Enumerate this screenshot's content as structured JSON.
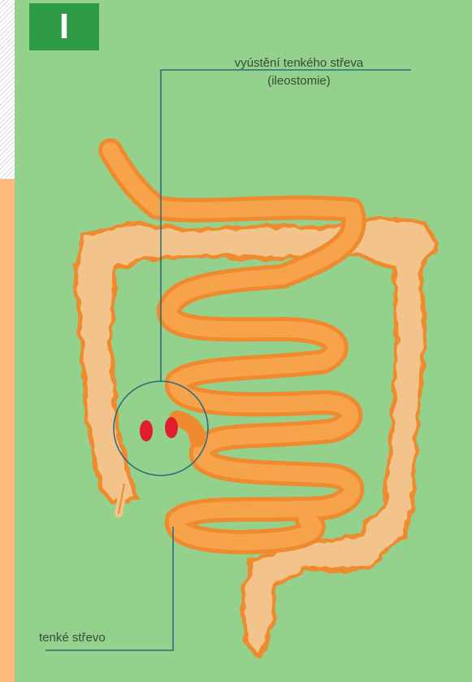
{
  "badge": {
    "text": "I"
  },
  "labels": {
    "ileostomy_line1": "vyústění tenkého střeva",
    "ileostomy_line2": "(ileostomie)",
    "small_intestine": "tenké střevo"
  },
  "colors": {
    "panel_background": "#93d18c",
    "badge_background": "#2f9a46",
    "large_intestine": "#f2c48c",
    "small_intestine": "#f39a3a",
    "stoma": "#e01e2b",
    "leader_line": "#2d6f7a"
  }
}
